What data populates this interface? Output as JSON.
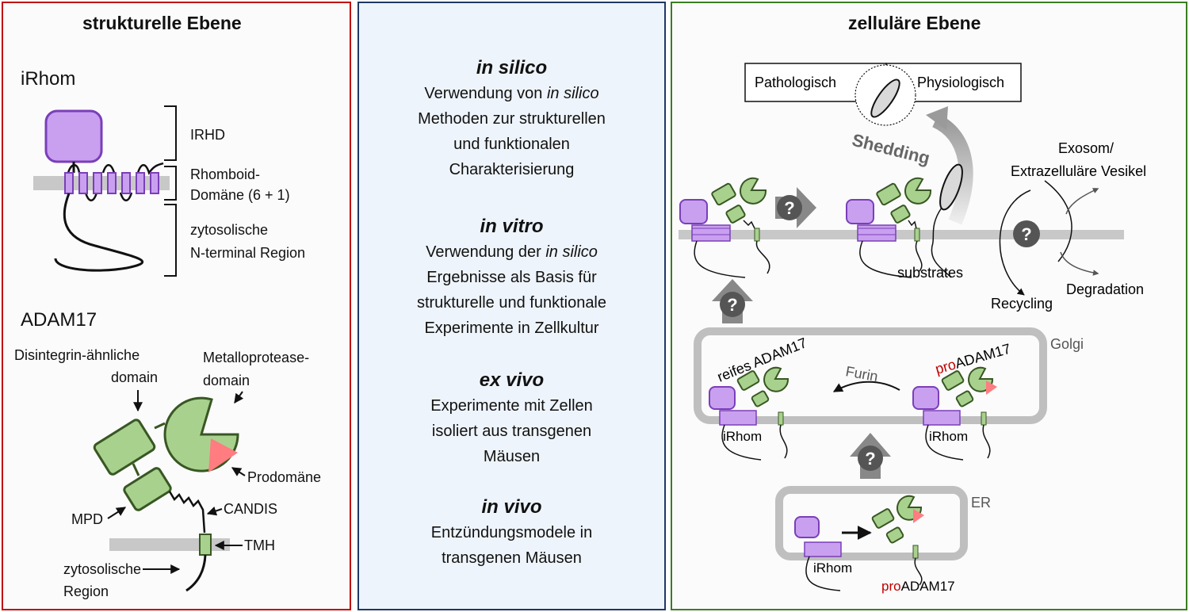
{
  "left": {
    "title": "strukturelle Ebene",
    "irhom": {
      "heading": "iRhom",
      "irhd": "IRHD",
      "rhomboid_1": "Rhomboid-",
      "rhomboid_2": "Domäne (6 + 1)",
      "cyto_1": "zytosolische",
      "cyto_2": "N-terminal Region"
    },
    "adam17": {
      "heading": "ADAM17",
      "disintegrin_1": "Disintegrin-ähnliche",
      "disintegrin_2": "domain",
      "metallo_1": "Metalloprotease-",
      "metallo_2": "domain",
      "prodomain": "Prodomäne",
      "candis": "CANDIS",
      "mpd": "MPD",
      "tmh": "TMH",
      "cyto_1": "zytosolische",
      "cyto_2": "Region"
    }
  },
  "middle": {
    "sections": [
      {
        "heading": "in silico",
        "line1_prefix": "Verwendung von ",
        "line1_italic": "in silico",
        "line2": "Methoden zur strukturellen",
        "line3": "und funktionalen",
        "line4": "Charakterisierung"
      },
      {
        "heading": "in vitro",
        "line1_prefix": "Verwendung der ",
        "line1_italic": "in silico",
        "line2": "Ergebnisse als Basis für",
        "line3": "strukturelle und funktionale",
        "line4": "Experimente in Zellkultur"
      },
      {
        "heading": "ex vivo",
        "line1": "Experimente mit Zellen",
        "line2": "isoliert aus transgenen",
        "line3": "Mäusen"
      },
      {
        "heading": "in vivo",
        "line1": "Entzündungsmodele in",
        "line2": "transgenen Mäusen"
      }
    ]
  },
  "right": {
    "title": "zelluläre Ebene",
    "pathologisch": "Pathologisch",
    "physiologisch": "Physiologisch",
    "shedding": "Shedding",
    "exosom_1": "Exosom/",
    "exosom_2": "Extrazelluläre Vesikel",
    "substrates": "substrates",
    "degradation": "Degradation",
    "recycling": "Recycling",
    "question": "?",
    "golgi": "Golgi",
    "reifes": "reifes ADAM17",
    "furin": "Furin",
    "pro": "pro",
    "adam17": "ADAM17",
    "irhom": "iRhom",
    "er": "ER"
  },
  "colors": {
    "irhom_fill": "#c9a0f0",
    "irhom_stroke": "#7a3fb8",
    "adam_fill": "#a9d18e",
    "adam_stroke": "#385723",
    "prodomain": "#ff7c80",
    "membrane": "#c8c8c8",
    "question_disc": "#555555",
    "pro_red": "#c00000"
  }
}
